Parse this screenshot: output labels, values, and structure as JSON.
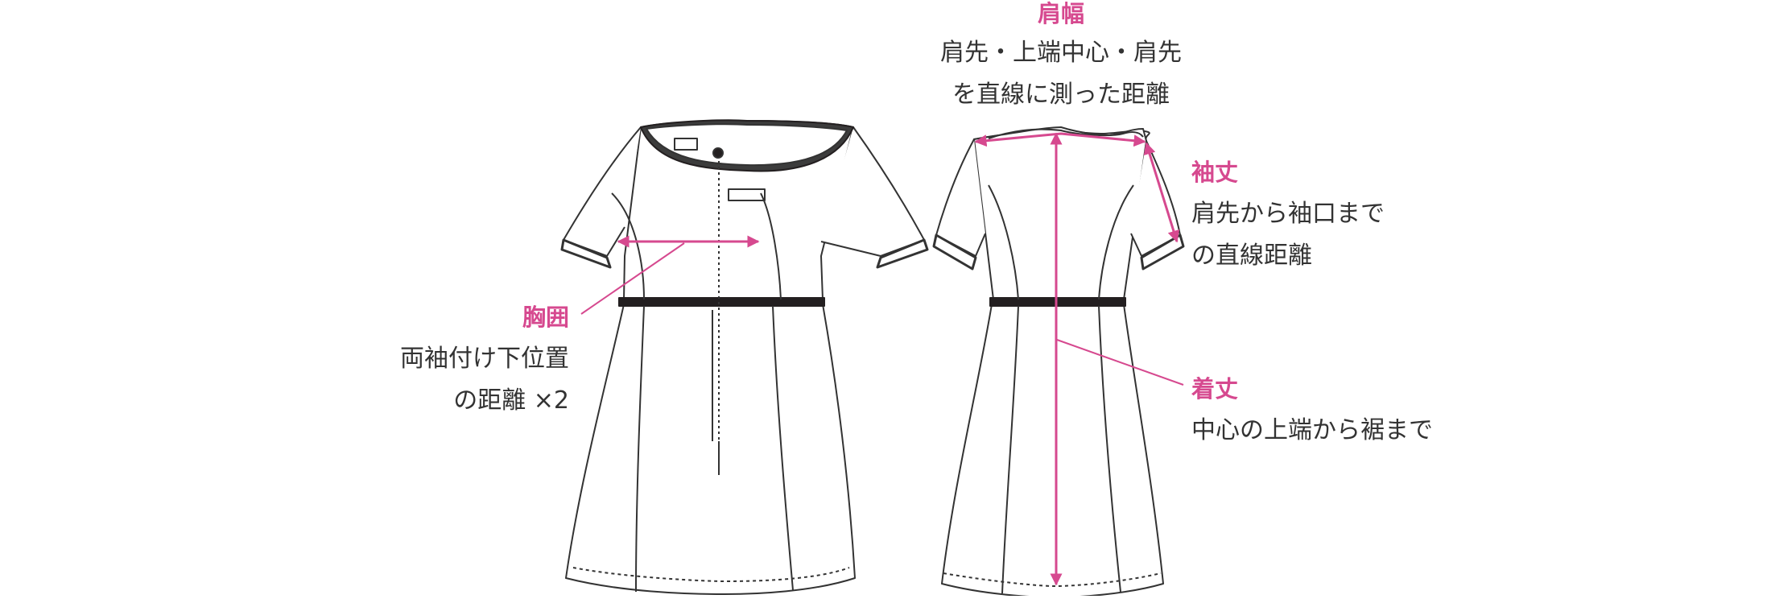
{
  "colors": {
    "accent": "#d6498f",
    "outline": "#333333",
    "band": "#231f20"
  },
  "labels": {
    "shoulder": {
      "title": "肩幅",
      "line1": "肩先・上端中心・肩先",
      "line2": "を直線に測った距離"
    },
    "sleeve": {
      "title": "袖丈",
      "line1": "肩先から袖口まで",
      "line2": "の直線距離"
    },
    "bust": {
      "title": "胸囲",
      "line1": "両袖付け下位置",
      "line2": "の距離 ×2"
    },
    "length": {
      "title": "着丈",
      "line1": "中心の上端から裾まで"
    }
  }
}
